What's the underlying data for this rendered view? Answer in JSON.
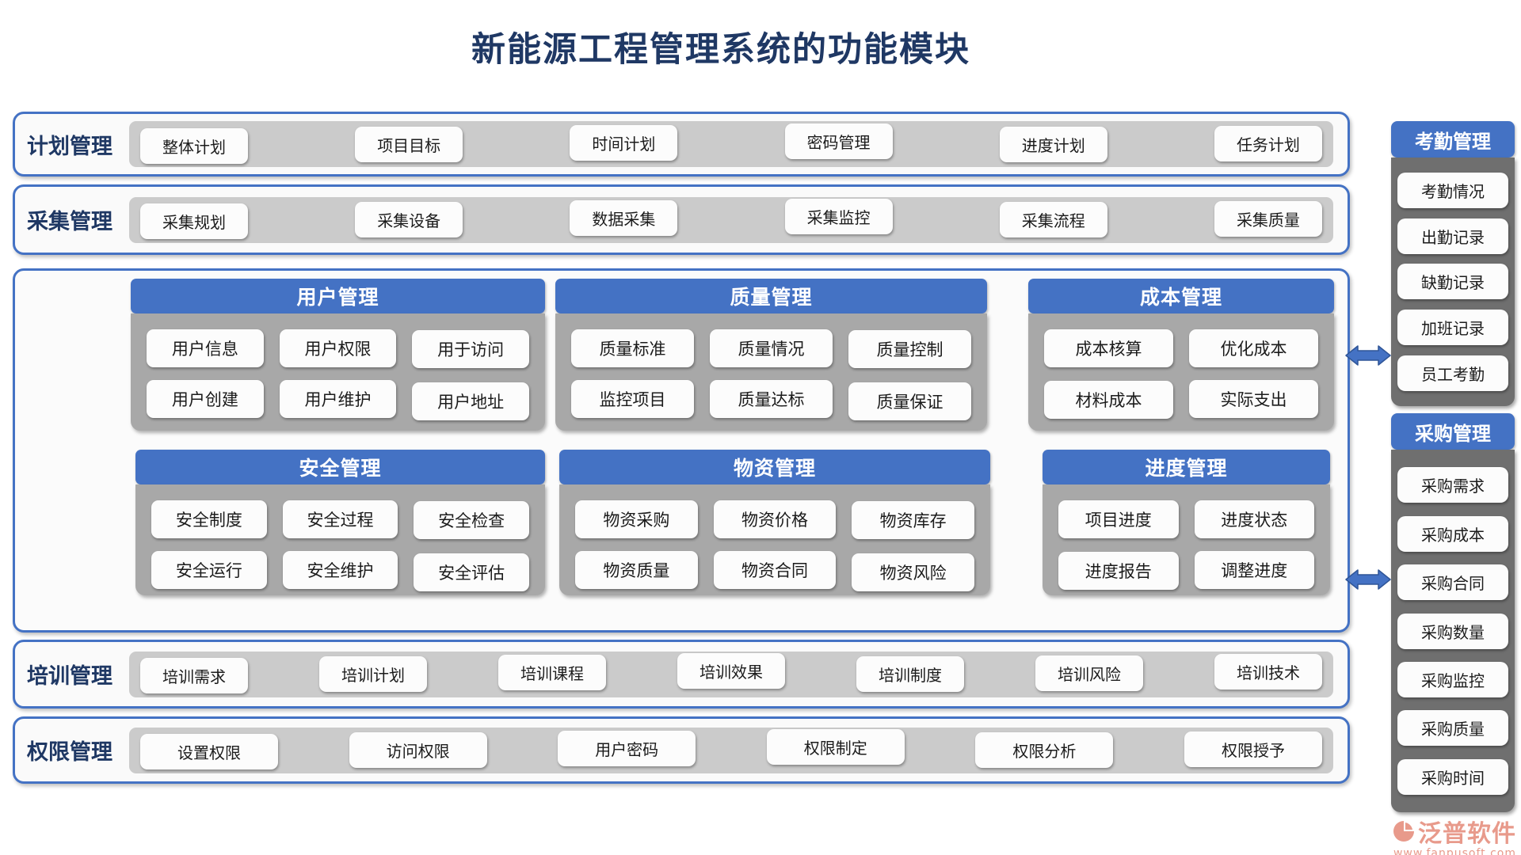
{
  "page": {
    "title": "新能源工程管理系统的功能模块"
  },
  "top_rows": [
    {
      "label": "计划管理",
      "items": [
        "整体计划",
        "项目目标",
        "时间计划",
        "密码管理",
        "进度计划",
        "任务计划"
      ]
    },
    {
      "label": "采集管理",
      "items": [
        "采集规划",
        "采集设备",
        "数据采集",
        "采集监控",
        "采集流程",
        "采集质量"
      ]
    }
  ],
  "module_blocks": [
    {
      "title": "用户管理",
      "items": [
        "用户信息",
        "用户权限",
        "用于访问",
        "用户创建",
        "用户维护",
        "用户地址"
      ]
    },
    {
      "title": "质量管理",
      "items": [
        "质量标准",
        "质量情况",
        "质量控制",
        "监控项目",
        "质量达标",
        "质量保证"
      ]
    },
    {
      "title": "成本管理",
      "items": [
        "成本核算",
        "优化成本",
        "材料成本",
        "实际支出"
      ]
    },
    {
      "title": "安全管理",
      "items": [
        "安全制度",
        "安全过程",
        "安全检查",
        "安全运行",
        "安全维护",
        "安全评估"
      ]
    },
    {
      "title": "物资管理",
      "items": [
        "物资采购",
        "物资价格",
        "物资库存",
        "物资质量",
        "物资合同",
        "物资风险"
      ]
    },
    {
      "title": "进度管理",
      "items": [
        "项目进度",
        "进度状态",
        "进度报告",
        "调整进度"
      ]
    }
  ],
  "bottom_rows": [
    {
      "label": "培训管理",
      "items": [
        "培训需求",
        "培训计划",
        "培训课程",
        "培训效果",
        "培训制度",
        "培训风险",
        "培训技术"
      ]
    },
    {
      "label": "权限管理",
      "items": [
        "设置权限",
        "访问权限",
        "用户密码",
        "权限制定",
        "权限分析",
        "权限授予"
      ]
    }
  ],
  "sidebar_panels": [
    {
      "title": "考勤管理",
      "items": [
        "考勤情况",
        "出勤记录",
        "缺勤记录",
        "加班记录",
        "员工考勤"
      ]
    },
    {
      "title": "采购管理",
      "items": [
        "采购需求",
        "采购成本",
        "采购合同",
        "采购数量",
        "采购监控",
        "采购质量",
        "采购时间"
      ]
    }
  ],
  "footer": {
    "brand": "泛普软件",
    "website": "www.fanpusoft.com"
  },
  "colors": {
    "accent_blue": "#4472C4",
    "navy_text": "#1F3864",
    "row_bar_gray": "#CBCBCB",
    "block_gray": "#A8A8A8",
    "sidebar_gray": "#6F6F6F",
    "brand_salmon": "#E89A8B"
  }
}
